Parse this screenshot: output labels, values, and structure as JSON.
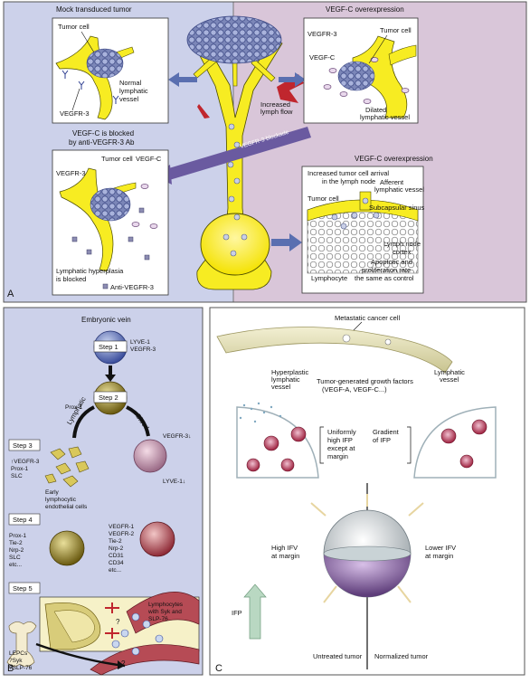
{
  "panel_a": {
    "letter": "A",
    "mock_title": "Mock transduced tumor",
    "vegfc_title": "VEGF-C overexpression",
    "blocked_title_1": "VEGF-C is blocked",
    "blocked_title_2": "by anti-VEGFR-3 Ab",
    "vegfc_title_2": "VEGF-C overexpression",
    "mock_box": {
      "tumor_cell": "Tumor cell",
      "normal_1": "Normal",
      "normal_2": "lymphatic",
      "normal_3": "vessel",
      "vegfr3": "VEGFR-3"
    },
    "over_box": {
      "vegfr3": "VEGFR-3",
      "tumor_cell": "Tumor cell",
      "vegfc": "VEGF-C",
      "dilated_1": "Dilated",
      "dilated_2": "lymphatic vessel"
    },
    "increased_flow_1": "Increased",
    "increased_flow_2": "lymph flow",
    "blockade": "VEGFR-3 blockade",
    "blocked_box": {
      "tumor_cell": "Tumor cell",
      "vegfc": "VEGF-C",
      "vegfr3": "VEGFR-3",
      "hyper_1": "Lymphatic hyperplasia",
      "hyper_2": "is blocked",
      "anti": "Anti-VEGFR-3"
    },
    "node_box": {
      "line1": "Increased tumor cell arrival",
      "line2": "in the lymph node",
      "afferent_1": "Afferent",
      "afferent_2": "lymphatic vessel",
      "tumor_cell": "Tumor cell",
      "subcapsular": "Subcapsular sinus",
      "cortex_1": "Lymph node",
      "cortex_2": "cortex",
      "apop_1": "Apoptotic and",
      "apop_2": "proliferation rate",
      "apop_3": "the same as control",
      "lymphocyte": "Lymphocyte"
    }
  },
  "panel_b": {
    "letter": "B",
    "title": "Embryonic vein",
    "step1": "Step 1",
    "step2": "Step 2",
    "step3": "Step 3",
    "step4": "Step 4",
    "step5": "Step 5",
    "lyve1": "LYVE-1",
    "vegfr3": "VEGFR-3",
    "lymphatic": "Lymphatic",
    "blood": "Blood",
    "prox1": "Prox-1",
    "step3_markers": [
      "↑VEGFR-3",
      "Prox-1",
      "SLC"
    ],
    "early_1": "Early",
    "early_2": "lymphocytic",
    "early_3": "endothelial cells",
    "vegfr3_down": "VEGFR-3↓",
    "lyve1_down": "LYVE-1↓",
    "step4_lymph": [
      "Prox-1",
      "Tie-2",
      "Nrp-2",
      "SLC",
      "etc..."
    ],
    "step4_blood": [
      "VEGFR-1",
      "VEGFR-2",
      "Tie-2",
      "Nrp-2",
      "CD31",
      "CD34",
      "etc..."
    ],
    "lymphocytes_1": "Lymphocytes",
    "lymphocytes_2": "with Syk and",
    "lymphocytes_3": "SLP-76",
    "q": "?",
    "lepcs": [
      "LEPCs",
      "?Syk",
      "?SLP-76"
    ]
  },
  "panel_c": {
    "letter": "C",
    "metastatic": "Metastatic cancer cell",
    "hyper_1": "Hyperplastic",
    "hyper_2": "lymphatic",
    "hyper_3": "vessel",
    "lymph_1": "Lymphatic",
    "lymph_2": "vessel",
    "growth_1": "Tumor-generated growth factors",
    "growth_2": "(VEGF-A, VEGF-C...)",
    "uniform": [
      "Uniformly",
      "high IFP",
      "except at",
      "margin"
    ],
    "gradient": [
      "Gradient",
      "of IFP"
    ],
    "high_ifv": [
      "High IFV",
      "at margin"
    ],
    "lower_ifv": [
      "Lower IFV",
      "at margin"
    ],
    "ifp": "IFP",
    "untreated": "Untreated tumor",
    "normalized": "Normalized tumor"
  }
}
